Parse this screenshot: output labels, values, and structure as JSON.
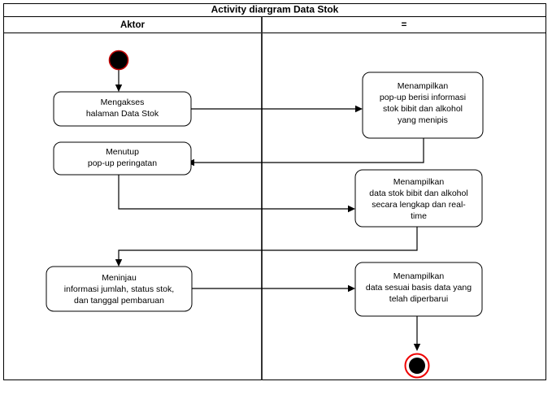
{
  "diagram": {
    "title": "Activity diargram Data Stok",
    "lanes": [
      {
        "id": "actor",
        "label": "Aktor"
      },
      {
        "id": "system",
        "label": "="
      }
    ],
    "colors": {
      "frame_stroke": "#000000",
      "lane_divider": "#333333",
      "node_stroke": "#000000",
      "node_fill": "#ffffff",
      "edge_stroke": "#000000",
      "start_fill": "#000000",
      "start_ring": "#c00000",
      "end_ring": "#ee0000",
      "end_fill": "#000000",
      "background": "#ffffff"
    },
    "nodes": [
      {
        "id": "start",
        "kind": "initial-node",
        "name": "start-node",
        "lane": "actor"
      },
      {
        "id": "a1",
        "kind": "activity",
        "name": "activity-mengakses-halaman-data-stok",
        "lane": "actor",
        "lines": [
          "Mengakses",
          "halaman Data Stok"
        ]
      },
      {
        "id": "a2",
        "kind": "activity",
        "name": "activity-menampilkan-popup-informasi",
        "lane": "system",
        "lines": [
          "Menampilkan",
          "pop-up berisi informasi",
          "stok bibit dan alkohol",
          "yang menipis"
        ]
      },
      {
        "id": "a3",
        "kind": "activity",
        "name": "activity-menutup-popup-peringatan",
        "lane": "actor",
        "lines": [
          "Menutup",
          "pop-up peringatan"
        ]
      },
      {
        "id": "a4",
        "kind": "activity",
        "name": "activity-menampilkan-data-stok-lengkap",
        "lane": "system",
        "lines": [
          "Menampilkan",
          "data stok bibit dan alkohol",
          "secara lengkap dan real-",
          "time"
        ]
      },
      {
        "id": "a5",
        "kind": "activity",
        "name": "activity-meninjau-informasi-jumlah",
        "lane": "actor",
        "lines": [
          "Meninjau",
          "informasi jumlah, status stok,",
          "dan tanggal pembaruan"
        ]
      },
      {
        "id": "a6",
        "kind": "activity",
        "name": "activity-menampilkan-data-sesuai-basis-data",
        "lane": "system",
        "lines": [
          "Menampilkan",
          "data sesuai basis data yang",
          "telah diperbarui"
        ]
      },
      {
        "id": "end",
        "kind": "final-node",
        "name": "end-node",
        "lane": "system"
      }
    ],
    "edges": [
      {
        "id": "e1",
        "name": "edge-start-to-mengakses",
        "from": "start",
        "to": "a1"
      },
      {
        "id": "e2",
        "name": "edge-mengakses-to-popup",
        "from": "a1",
        "to": "a2"
      },
      {
        "id": "e3",
        "name": "edge-popup-to-menutup",
        "from": "a2",
        "to": "a3"
      },
      {
        "id": "e4",
        "name": "edge-menutup-to-data-lengkap",
        "from": "a3",
        "to": "a4"
      },
      {
        "id": "e5",
        "name": "edge-data-lengkap-to-meninjau",
        "from": "a4",
        "to": "a5"
      },
      {
        "id": "e6",
        "name": "edge-meninjau-to-data-diperbarui",
        "from": "a5",
        "to": "a6"
      },
      {
        "id": "e7",
        "name": "edge-data-diperbarui-to-end",
        "from": "a6",
        "to": "end"
      }
    ]
  }
}
